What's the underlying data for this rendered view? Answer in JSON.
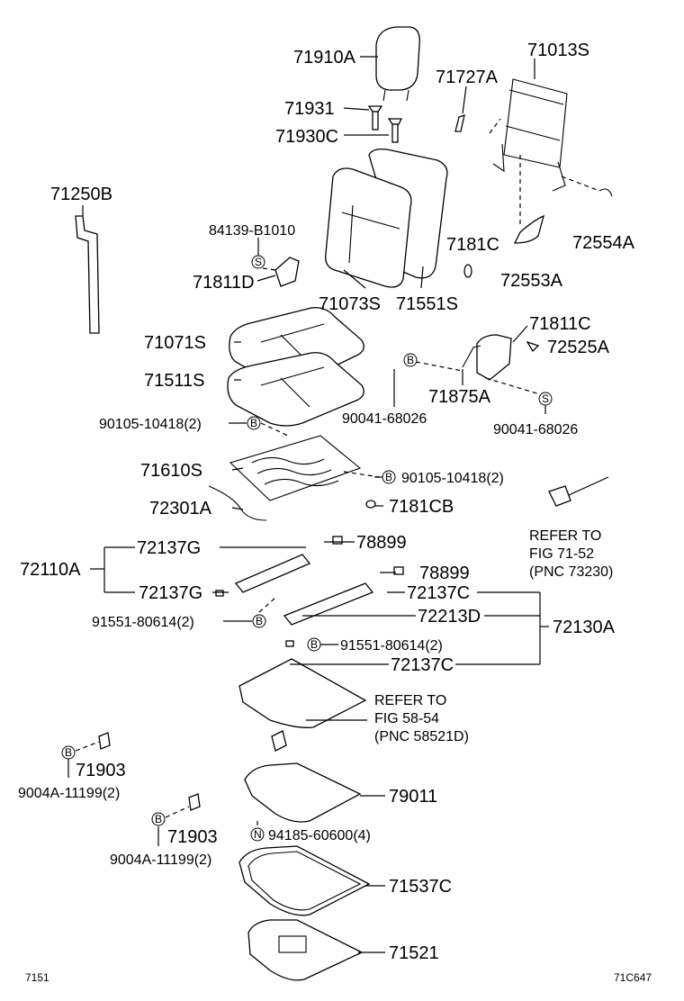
{
  "footer": {
    "left": "7151",
    "right": "71C647"
  },
  "labels": {
    "p71910A": "71910A",
    "p71013S": "71013S",
    "p71727A": "71727A",
    "p71931": "71931",
    "p71930C": "71930C",
    "p71250B": "71250B",
    "p84139": "84139-B1010",
    "p7181C": "7181C",
    "p72554A": "72554A",
    "p71811D": "71811D",
    "p72553A": "72553A",
    "p71073S": "71073S",
    "p71551S": "71551S",
    "p71811C": "71811C",
    "p72525A": "72525A",
    "p71071S": "71071S",
    "p71511S": "71511S",
    "p71875A": "71875A",
    "p90041a": "90041-68026",
    "p90041b": "90041-68026",
    "p90105a": "90105-10418(2)",
    "p71610S": "71610S",
    "p90105b": "90105-10418(2)",
    "p72301A": "72301A",
    "p7181CB": "7181CB",
    "ref1a": "REFER TO",
    "ref1b": "FIG 71-52",
    "ref1c": "(PNC 73230)",
    "p72137G1": "72137G",
    "p78899a": "78899",
    "p72110A": "72110A",
    "p78899b": "78899",
    "p72137G2": "72137G",
    "p72137C1": "72137C",
    "p91551a": "91551-80614(2)",
    "p72213D": "72213D",
    "p72130A": "72130A",
    "p91551b": "91551-80614(2)",
    "p72137C2": "72137C",
    "ref2a": "REFER TO",
    "ref2b": "FIG 58-54",
    "ref2c": "(PNC 58521D)",
    "p71903a": "71903",
    "p9004Aa": "9004A-11199(2)",
    "p79011": "79011",
    "p94185": "94185-60600(4)",
    "p71903b": "71903",
    "p9004Ab": "9004A-11199(2)",
    "p71537C": "71537C",
    "p71521": "71521"
  },
  "markers": {
    "S": "S",
    "B": "B",
    "N": "N"
  }
}
